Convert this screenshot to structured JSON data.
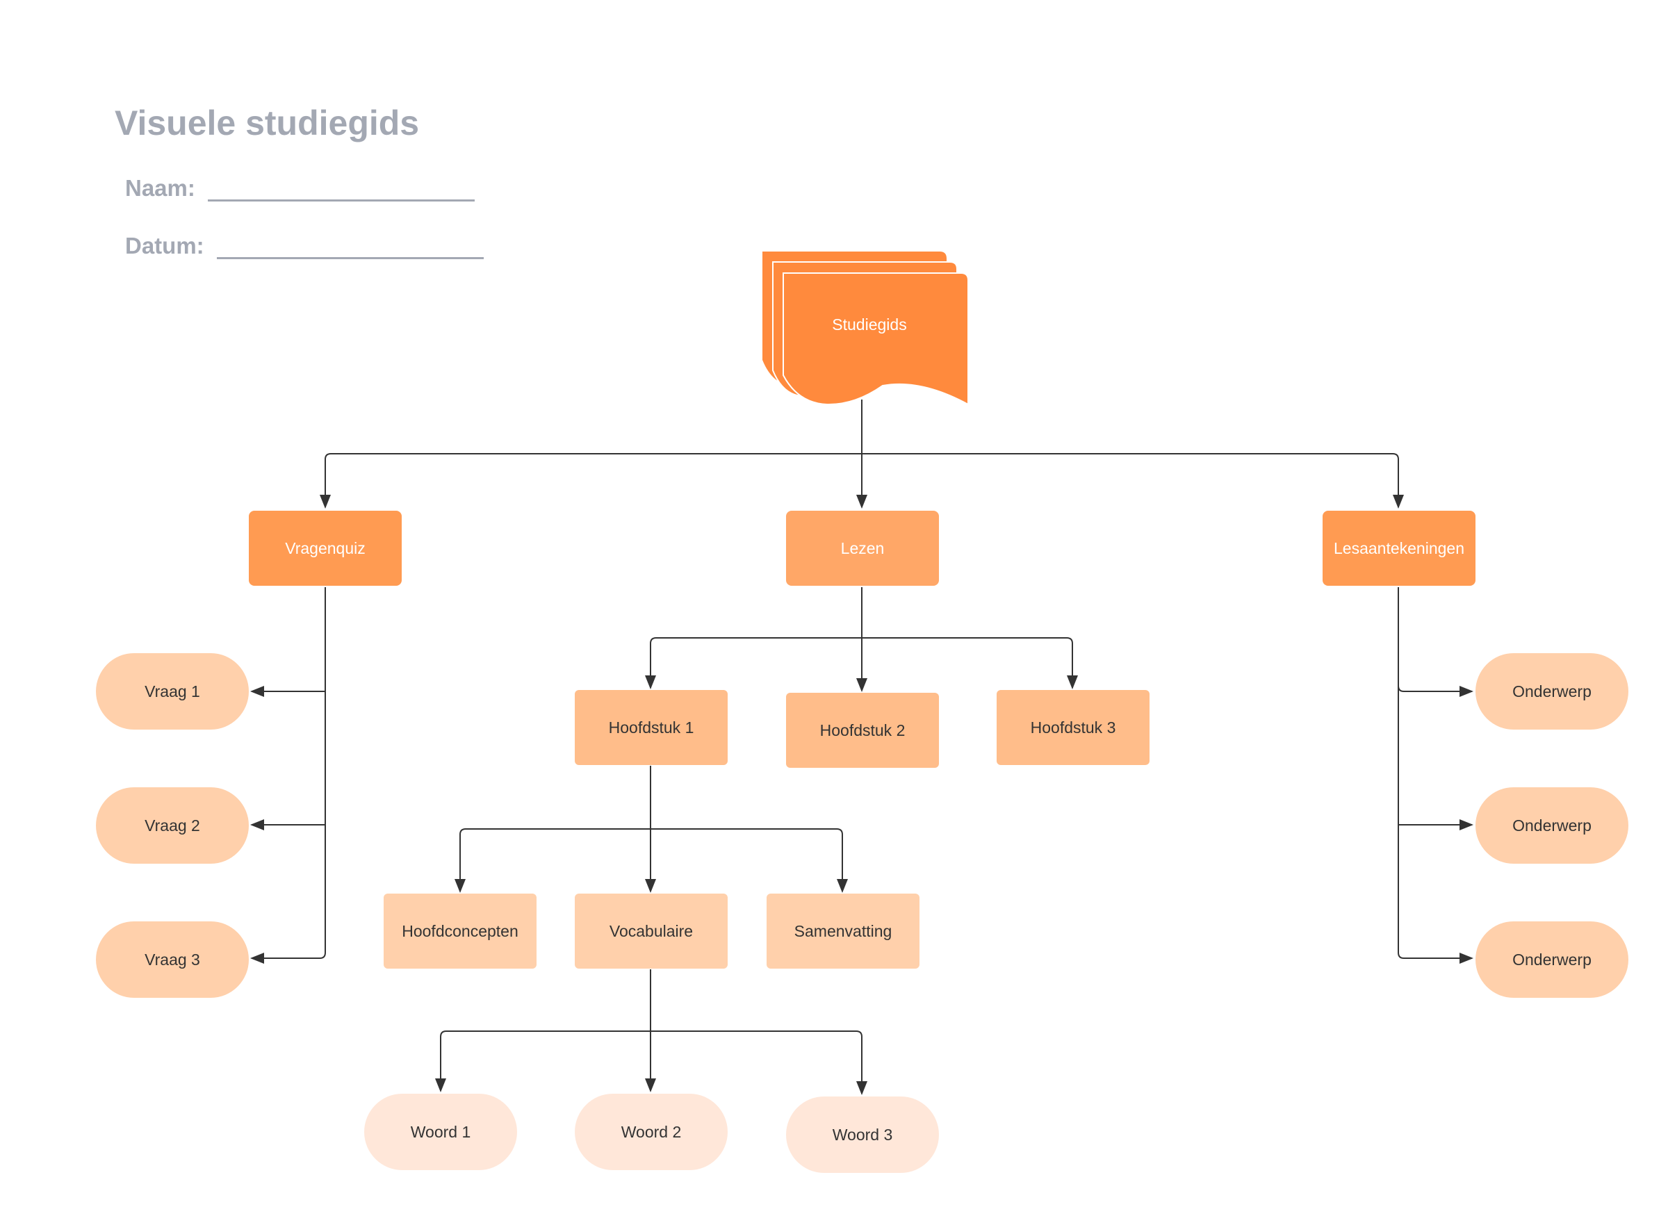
{
  "header": {
    "title": "Visuele studiegids",
    "name_label": "Naam:",
    "date_label": "Datum:"
  },
  "colors": {
    "dark_orange": "#ff8a3d",
    "mid_orange": "#ffa767",
    "light_orange": "#ffbd8a",
    "pale_orange": "#ffd0ab",
    "palest_orange": "#ffe7d9",
    "connector": "#333333"
  },
  "diagram": {
    "root": "Studiegids",
    "branches": {
      "quiz": "Vragenquiz",
      "reading": "Lezen",
      "notes": "Lesaantekeningen"
    },
    "questions": [
      "Vraag 1",
      "Vraag 2",
      "Vraag 3"
    ],
    "chapters": [
      "Hoofdstuk 1",
      "Hoofdstuk 2",
      "Hoofdstuk 3"
    ],
    "chapter_parts": [
      "Hoofdconcepten",
      "Vocabulaire",
      "Samenvatting"
    ],
    "words": [
      "Woord 1",
      "Woord 2",
      "Woord 3"
    ],
    "topics": [
      "Onderwerp",
      "Onderwerp",
      "Onderwerp"
    ]
  }
}
